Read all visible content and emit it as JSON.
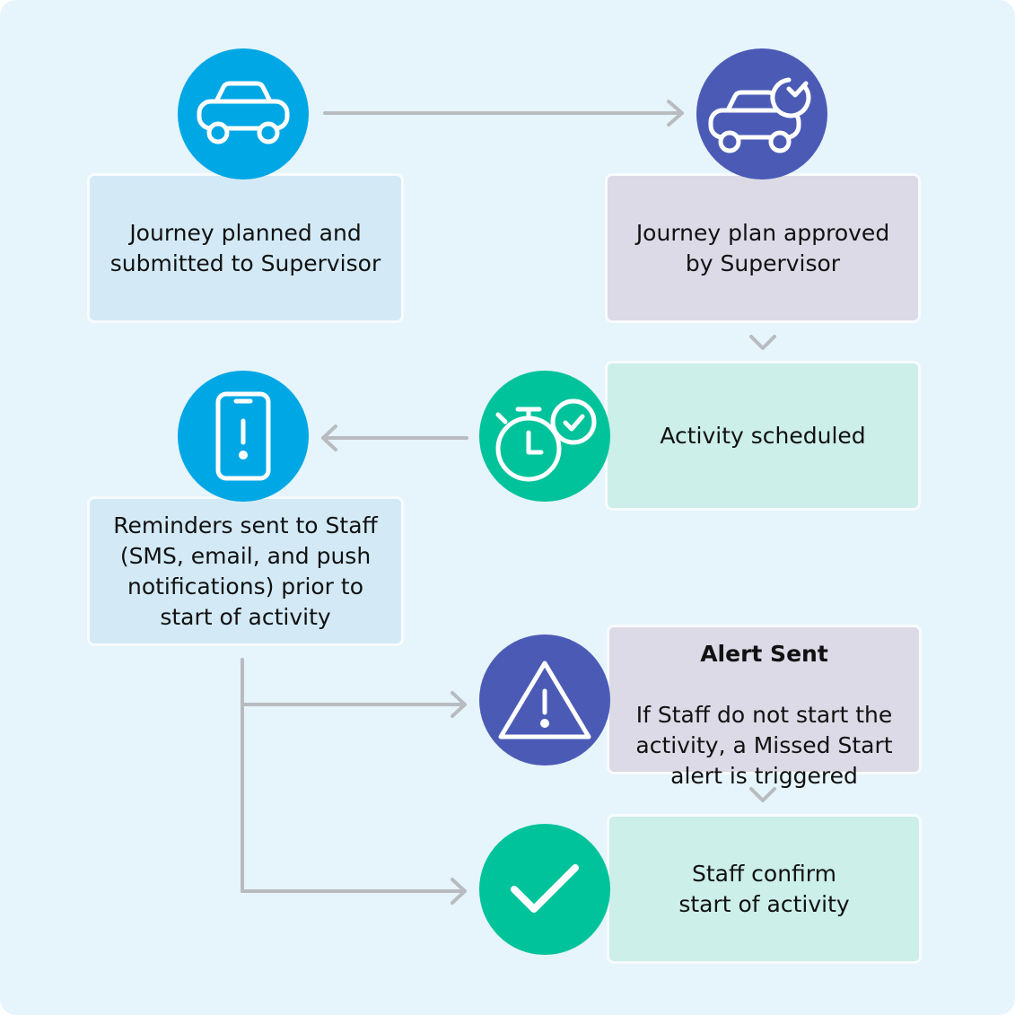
{
  "colors": {
    "background": "#e6f4fb",
    "box_blue": "#d3eaf6",
    "box_purple": "#dcdae7",
    "box_green": "#ccefe9",
    "icon_blue": "#00a7e5",
    "icon_indigo": "#4b5bb5",
    "icon_green": "#00c39b",
    "connector": "#b8bcc0"
  },
  "steps": {
    "planned": {
      "icon": "car-icon",
      "text": "Journey planned and\nsubmitted to Supervisor"
    },
    "approved": {
      "icon": "car-check-icon",
      "text": "Journey plan approved\nby Supervisor"
    },
    "scheduled": {
      "icon": "stopwatch-check-icon",
      "text": "Activity scheduled"
    },
    "reminders": {
      "icon": "phone-alert-icon",
      "text": "Reminders sent to Staff\n(SMS, email, and push\nnotifications) prior to\nstart of activity"
    },
    "alert": {
      "icon": "warning-triangle-icon",
      "title": "Alert Sent",
      "text": "If Staff do not start the\nactivity, a Missed Start\nalert is triggered"
    },
    "confirm": {
      "icon": "checkmark-icon",
      "text": "Staff confirm\nstart of activity"
    }
  }
}
